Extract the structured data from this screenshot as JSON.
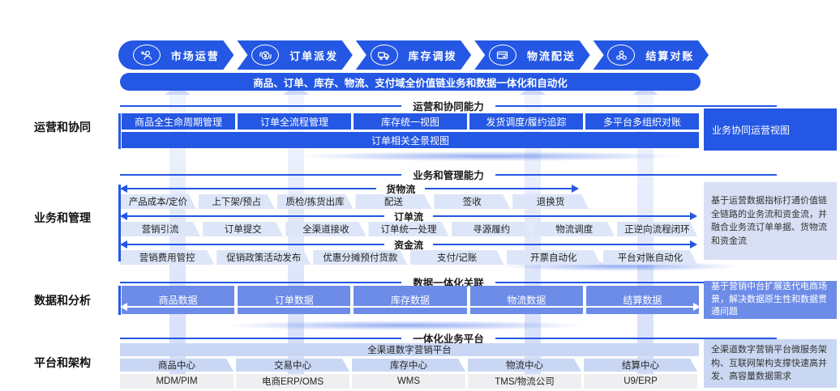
{
  "colors": {
    "primary_blue": "#2457e3",
    "data_blue": "#6d8ce8",
    "light_item": "#dde6f8",
    "pale_bar": "#c9d7f4",
    "gray_box": "#efeff2"
  },
  "top_flow": {
    "stages": [
      {
        "label": "市场运营",
        "icon": "market-icon"
      },
      {
        "label": "订单派发",
        "icon": "yuan-dispatch-icon"
      },
      {
        "label": "库存调拨",
        "icon": "truck-icon"
      },
      {
        "label": "物流配送",
        "icon": "delivery-box-icon"
      },
      {
        "label": "结算对账",
        "icon": "settlement-network-icon"
      }
    ],
    "banner": "商品、订单、库存、物流、支付域全价值链业务和数据一体化和自动化"
  },
  "layers": [
    {
      "side_label": "运营和协同",
      "header": "运营和协同能力",
      "boxes": [
        "商品全生命周期管理",
        "订单全流程管理",
        "库存统一视图",
        "发货调度/履约追踪",
        "多平台多组织对账"
      ],
      "wide_bar": "订单相关全景视图",
      "sidebar": "业务协同运营视图"
    },
    {
      "side_label": "业务和管理",
      "header": "业务和管理能力",
      "flows": [
        {
          "label": "货物流",
          "items": [
            "产品成本/定价",
            "上下架/预占",
            "质检/拣货出库",
            "配送",
            "签收",
            "退换货"
          ]
        },
        {
          "label": "订单流",
          "items": [
            "营销引流",
            "订单提交",
            "全渠道接收",
            "订单统一处理",
            "寻源履约",
            "物流调度",
            "正逆向流程闭环"
          ]
        },
        {
          "label": "资金流",
          "items": [
            "营销费用管控",
            "促销政策活动发布",
            "优惠分摊预付货款",
            "支付/记账",
            "开票自动化",
            "平台对账自动化"
          ]
        }
      ],
      "sidebar": "基于运营数据指标打通价值链全链路的业务流和资金流，并融合业务流订单单据、货物流和资金流"
    },
    {
      "side_label": "数据和分析",
      "header": "数据一体化关联",
      "boxes": [
        "商品数据",
        "订单数据",
        "库存数据",
        "物流数据",
        "结算数据"
      ],
      "sidebar": "基于营销中台扩展迭代电商场景，解决数据原生性和数据贯通问题"
    },
    {
      "side_label": "平台和架构",
      "header": "一体化业务平台",
      "platform_bar": "全渠道数字营销平台",
      "centers": [
        "商品中心",
        "交易中心",
        "库存中心",
        "物流中心",
        "结算中心"
      ],
      "systems": [
        "MDM/PIM",
        "电商ERP/OMS",
        "WMS",
        "TMS/物流公司",
        "U9/ERP"
      ],
      "sidebar": "全渠道数字营销平台微服务架构、互联网架构支撑快速高并发、高容量数据需求"
    }
  ]
}
